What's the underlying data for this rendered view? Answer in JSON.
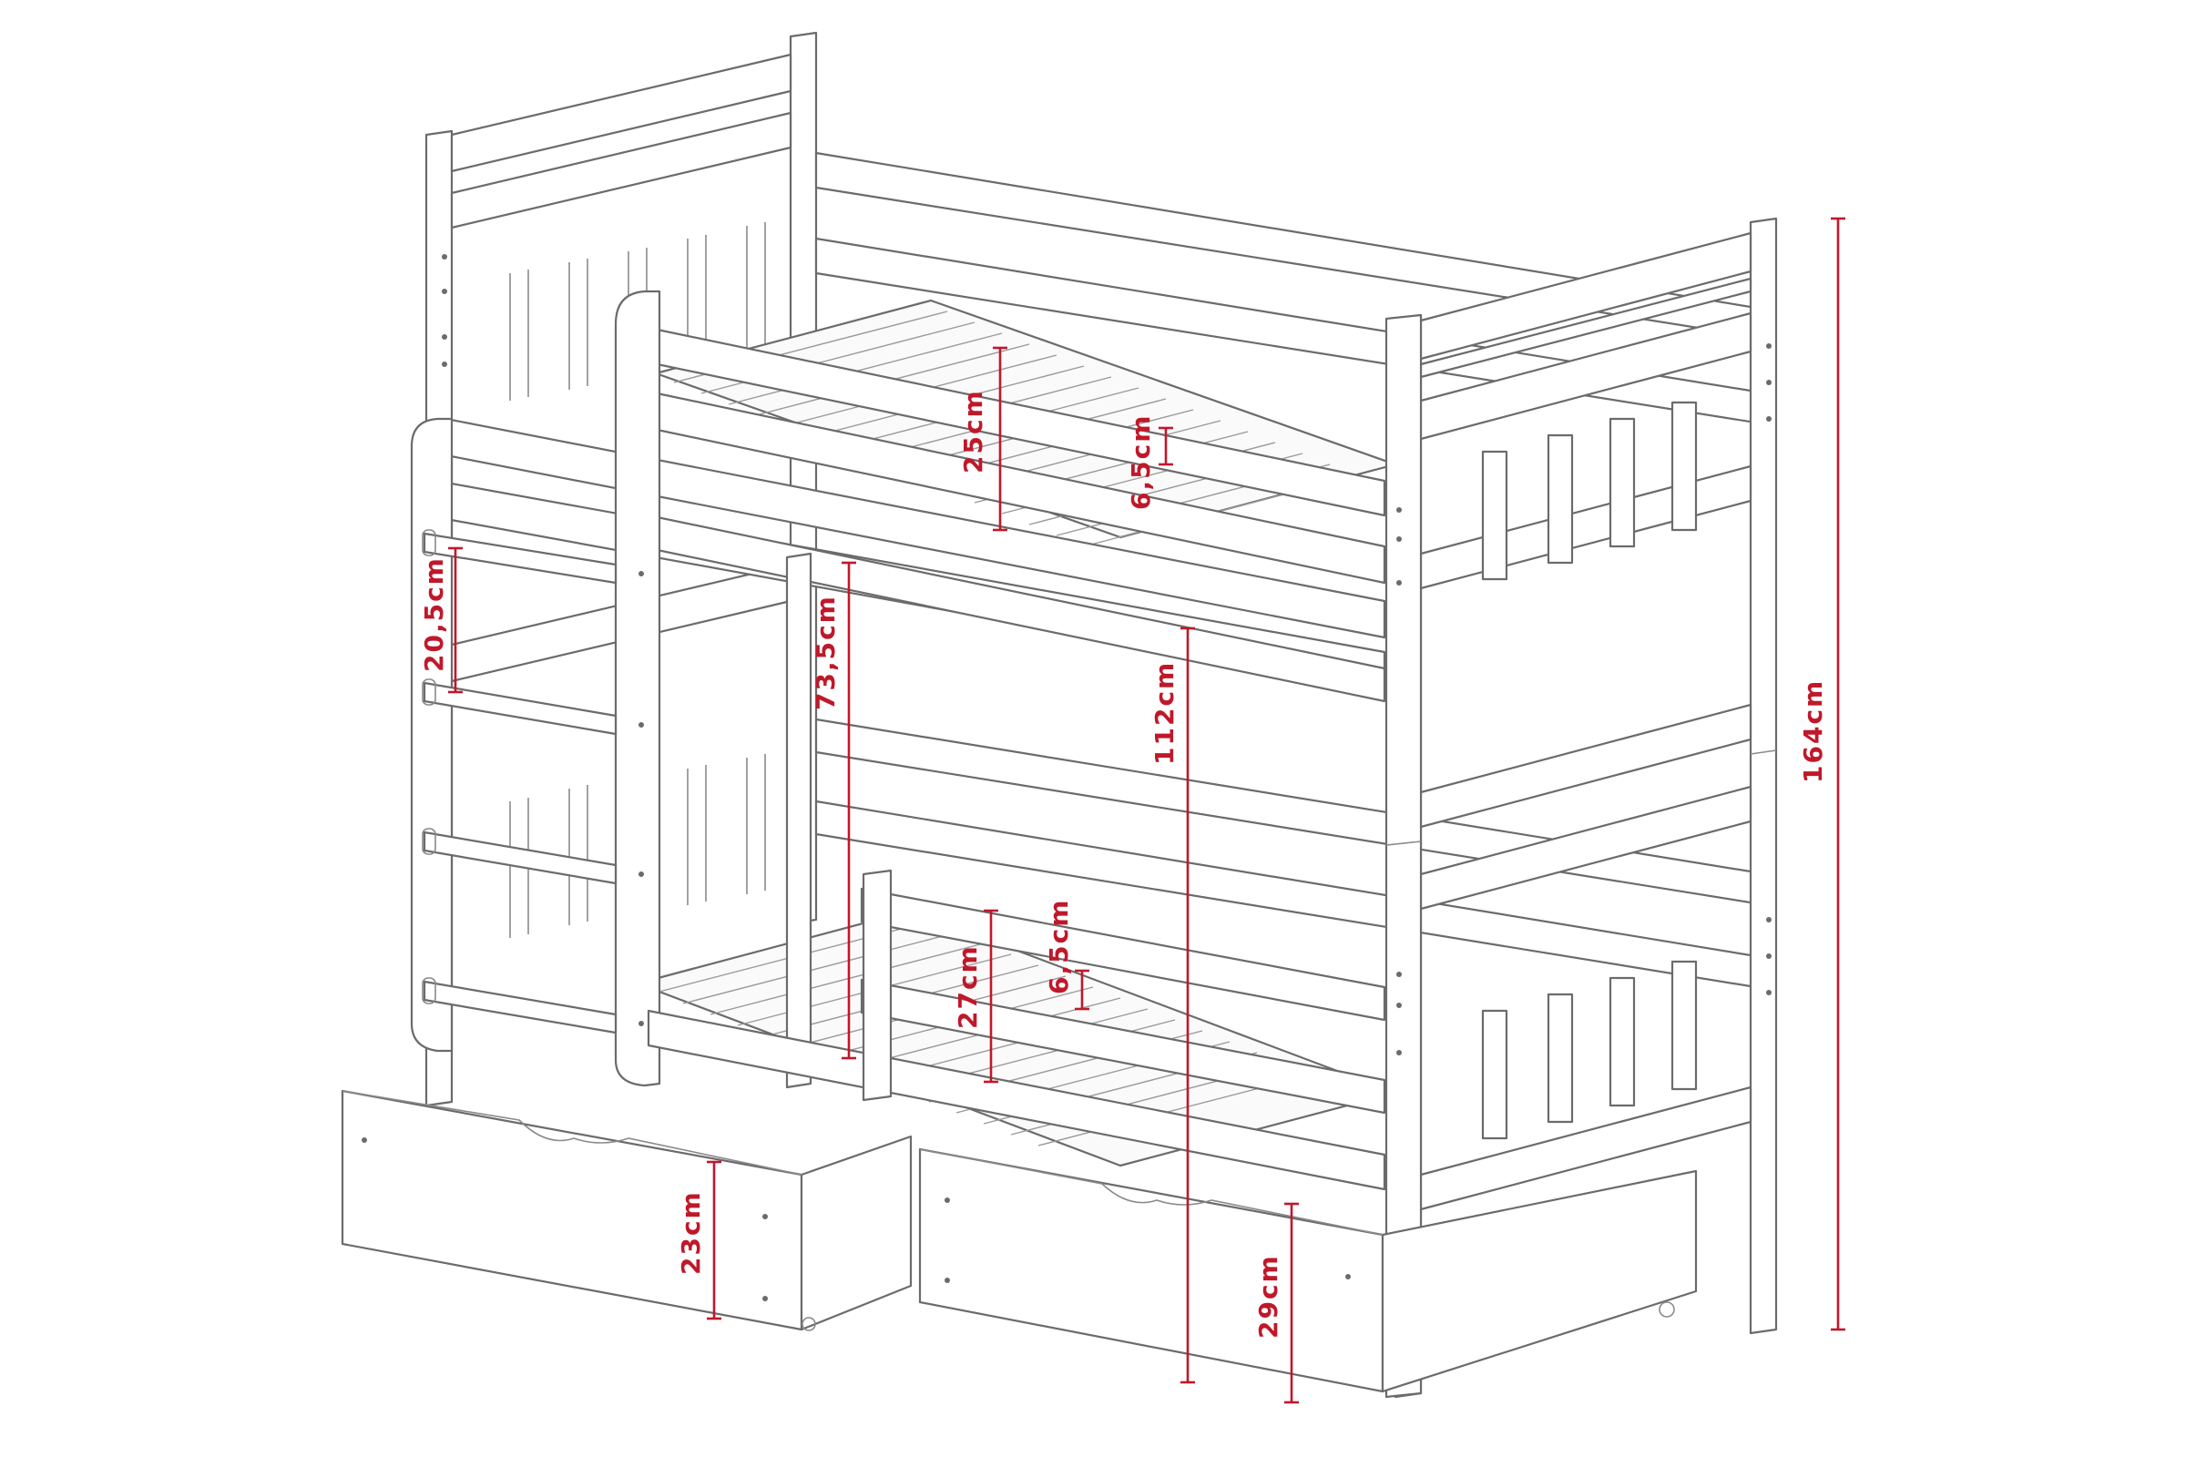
{
  "colors": {
    "line": "#6b6b6b",
    "dimension": "#c0182a",
    "background": "#ffffff"
  },
  "dimensions": {
    "total_height": "164cm",
    "upper_rail_height": "25cm",
    "upper_slat_thickness": "6,5cm",
    "ladder_step_spacing": "20,5cm",
    "under_upper_bed": "73,5cm",
    "floor_to_upper_bed": "112cm",
    "lower_rail_height": "27cm",
    "lower_slat_thickness": "6,5cm",
    "drawer_left_height": "23cm",
    "drawer_right_height": "29cm"
  }
}
